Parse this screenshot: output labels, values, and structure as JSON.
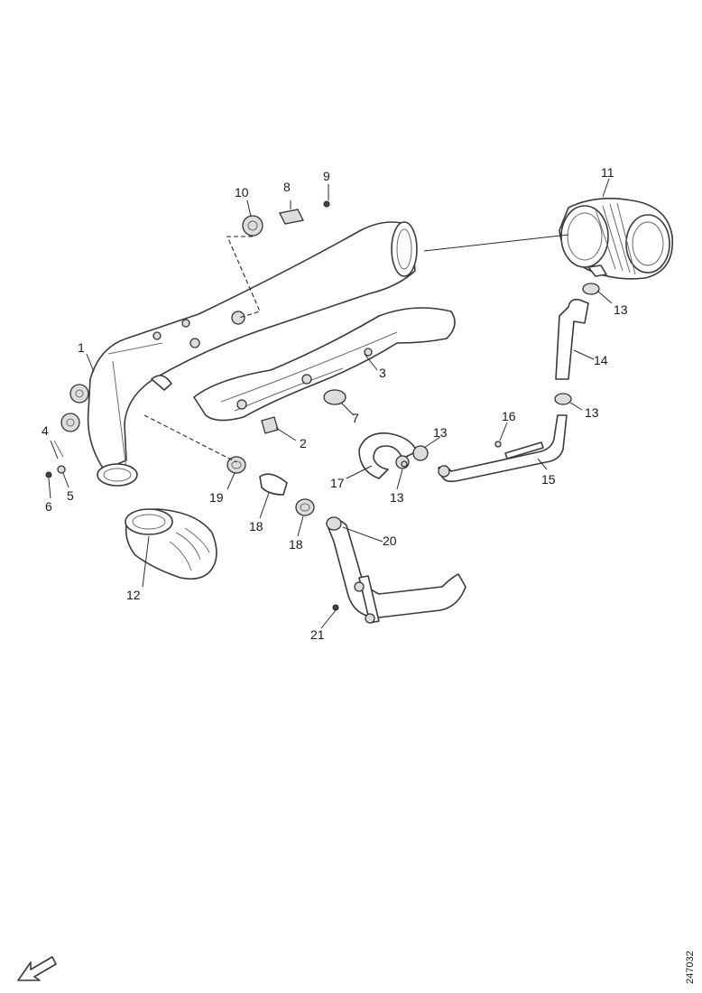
{
  "diagram": {
    "callouts": [
      {
        "id": "1",
        "text": "1"
      },
      {
        "id": "2",
        "text": "2"
      },
      {
        "id": "3",
        "text": "3"
      },
      {
        "id": "4",
        "text": "4"
      },
      {
        "id": "5",
        "text": "5"
      },
      {
        "id": "6",
        "text": "6"
      },
      {
        "id": "7",
        "text": "7"
      },
      {
        "id": "8",
        "text": "8"
      },
      {
        "id": "9",
        "text": "9"
      },
      {
        "id": "10",
        "text": "10"
      },
      {
        "id": "11",
        "text": "11"
      },
      {
        "id": "12",
        "text": "12"
      },
      {
        "id": "13a",
        "text": "13"
      },
      {
        "id": "13b",
        "text": "13"
      },
      {
        "id": "13c",
        "text": "13"
      },
      {
        "id": "13d",
        "text": "13"
      },
      {
        "id": "14",
        "text": "14"
      },
      {
        "id": "15",
        "text": "15"
      },
      {
        "id": "16",
        "text": "16"
      },
      {
        "id": "17",
        "text": "17"
      },
      {
        "id": "18a",
        "text": "18"
      },
      {
        "id": "18b",
        "text": "18"
      },
      {
        "id": "19",
        "text": "19"
      },
      {
        "id": "20",
        "text": "20"
      },
      {
        "id": "21",
        "text": "21"
      }
    ],
    "doc_id": "247032",
    "icons": [
      "direction-arrow-icon"
    ]
  }
}
